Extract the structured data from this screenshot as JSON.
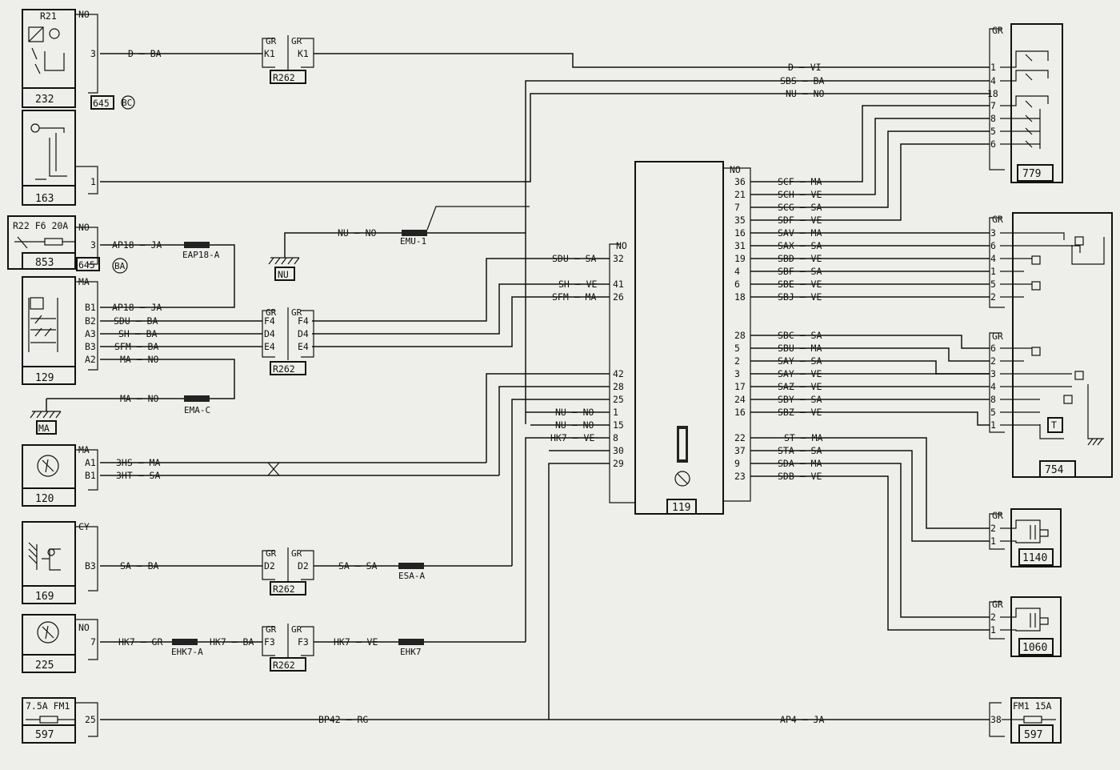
{
  "components": {
    "c232": {
      "id": "232",
      "ref": "R21",
      "color": "NO",
      "pin": "3",
      "tag1": "645",
      "tag2": "BC"
    },
    "c163": {
      "id": "163",
      "pin": "1"
    },
    "c853": {
      "id": "853",
      "ref": "R22 F6 20A",
      "color": "NO",
      "pin": "3",
      "tag1": "645",
      "tag2": "BA"
    },
    "c129": {
      "id": "129",
      "color": "MA",
      "pins": [
        "B1",
        "B2",
        "A3",
        "B3",
        "A2"
      ]
    },
    "c120": {
      "id": "120",
      "color": "MA",
      "pins": [
        "A1",
        "B1"
      ]
    },
    "c169": {
      "id": "169",
      "color": "CY",
      "pin": "B3"
    },
    "c225": {
      "id": "225",
      "color": "NO",
      "pin": "7"
    },
    "c597l": {
      "id": "597",
      "ref": "7.5A FM1",
      "pin": "25"
    },
    "c119": {
      "id": "119"
    },
    "c779": {
      "id": "779",
      "color": "GR",
      "pins": [
        "1",
        "4",
        "18",
        "7",
        "8",
        "5",
        "6"
      ]
    },
    "c754": {
      "id": "754",
      "color1": "GR",
      "pins1": [
        "3",
        "6",
        "4",
        "1",
        "5",
        "2"
      ],
      "color2": "GR",
      "pins2": [
        "6",
        "2",
        "3",
        "4",
        "8",
        "5",
        "1"
      ],
      "t": "T"
    },
    "c1140": {
      "id": "1140",
      "color": "GR",
      "pins": [
        "2",
        "1"
      ]
    },
    "c1060": {
      "id": "1060",
      "color": "GR",
      "pins": [
        "2",
        "1"
      ]
    },
    "c597r": {
      "id": "597",
      "ref": "FM1 15A",
      "pin": "38"
    }
  },
  "relay_blocks": {
    "r1": {
      "id": "R262",
      "colors": [
        "GR",
        "GR"
      ],
      "pins": [
        "K1",
        "K1"
      ]
    },
    "r2": {
      "id": "R262",
      "colors": [
        "GR",
        "GR"
      ],
      "pins": [
        "F4",
        "D4",
        "E4",
        "F4",
        "D4",
        "E4"
      ]
    },
    "r3": {
      "id": "R262",
      "colors": [
        "GR",
        "GR"
      ],
      "pins": [
        "D2",
        "D2"
      ]
    },
    "r4": {
      "id": "R262",
      "colors": [
        "GR",
        "GR"
      ],
      "pins": [
        "F3",
        "F3"
      ]
    }
  },
  "grounds": {
    "nu": "NU",
    "ma": "MA"
  },
  "left_connector": {
    "color": "NO",
    "pins": [
      "32",
      "41",
      "26",
      "42",
      "28",
      "25",
      "1",
      "15",
      "8",
      "30",
      "29"
    ]
  },
  "right_connector": {
    "color": "NO",
    "pins": [
      "36",
      "21",
      "7",
      "35",
      "16",
      "31",
      "19",
      "4",
      "6",
      "18",
      "28",
      "5",
      "2",
      "3",
      "17",
      "24",
      "16",
      "22",
      "37",
      "9",
      "23"
    ]
  },
  "wire_labels": {
    "w_d_ba": "D — BA",
    "w_d_vi": "D — VI",
    "w_sbs_ba": "SBS — BA",
    "w_nu_no_top": "NU — NO",
    "w_nu_no_em": "NU — NO",
    "w_ap18_ja_1": "AP18 — JA",
    "w_sdu_sa": "SDU — SA",
    "w_sh_ve": "SH — VE",
    "w_sfm_ma": "SFM — MA",
    "w_ap18_ja_2": "AP18 — JA",
    "w_sdu_ba": "SDU — BA",
    "w_sh_ba": "SH — BA",
    "w_sfm_ba": "SFM — BA",
    "w_ma_no_1": "MA — NO",
    "w_ma_no_2": "MA — NO",
    "w_nu_no_1": "NU — NO",
    "w_nu_no_2": "NU — NO",
    "w_hk7_ve": "HK7 — VE",
    "w_3hs_ma": "3HS — MA",
    "w_3ht_sa": "3HT — SA",
    "w_sa_ba": "SA — BA",
    "w_sa_sa": "SA — SA",
    "w_hk7_gr": "HK7 — GR",
    "w_hk7_ba": "HK7 — BA",
    "w_hk7_ve2": "HK7 — VE",
    "w_bp42_rg": "BP42 — RG",
    "w_ap4_ja": "AP4 — JA",
    "w_scf_ma": "SCF — MA",
    "w_sch_ve": "SCH — VE",
    "w_scg_sa": "SCG — SA",
    "w_sdf_ve": "SDF — VE",
    "w_sav_ma": "SAV — MA",
    "w_sax_sa": "SAX — SA",
    "w_sbd_ve": "SBD — VE",
    "w_sbf_sa": "SBF — SA",
    "w_sbe_ve": "SBE — VE",
    "w_sbj_ve": "SBJ — VE",
    "w_sbc_sa": "SBC — SA",
    "w_sbu_ma": "SBU — MA",
    "w_say_sa": "SAY — SA",
    "w_say_ve": "SAY — VE",
    "w_saz_ve": "SAZ — VE",
    "w_sby_sa": "SBY — SA",
    "w_sbz_ve": "SBZ — VE",
    "w_st_ma": "ST — MA",
    "w_sta_sa": "STA — SA",
    "w_sda_ma": "SDA — MA",
    "w_sdb_ve": "SDB — VE"
  },
  "splices": {
    "eap18a": "EAP18-A",
    "emu1": "EMU-1",
    "emac": "EMA-C",
    "esaa": "ESA-A",
    "ehk7a": "EHK7-A",
    "ehk7": "EHK7"
  }
}
